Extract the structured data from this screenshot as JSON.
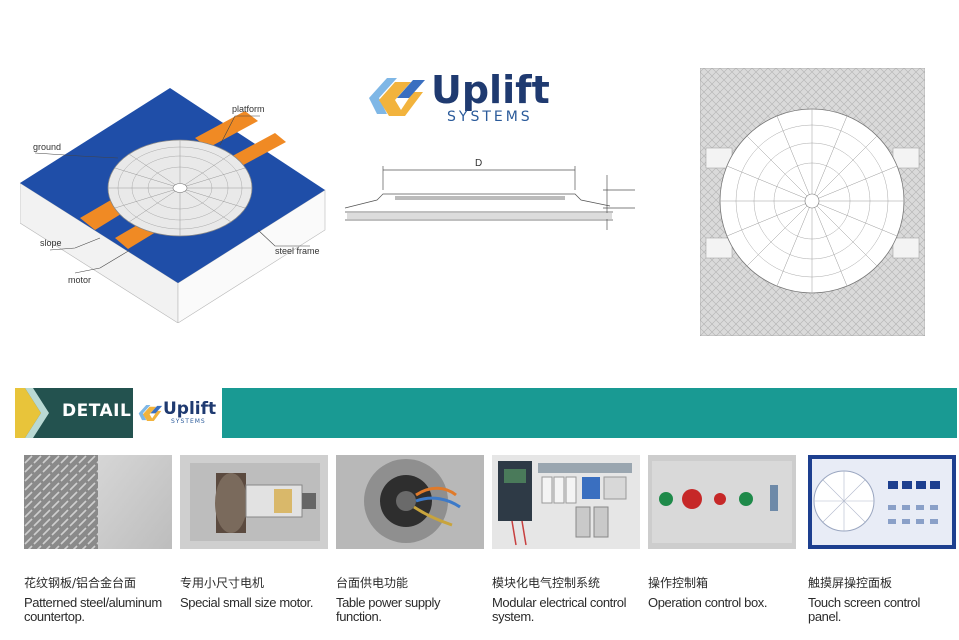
{
  "diagram": {
    "labels": {
      "platform": "platform",
      "ground": "ground",
      "slope": "slope",
      "motor": "motor",
      "steel_frame": "steel frame",
      "diameter": "D"
    },
    "colors": {
      "ground": "#1f4ea8",
      "motor": "#f08a24",
      "platform": "#e8e8e8"
    }
  },
  "logo": {
    "word": "Uplift",
    "sub": "SYSTEMS"
  },
  "banner": {
    "label": "DETAIL",
    "color": "#199a93"
  },
  "details": [
    {
      "zh": "花纹钢板/铝合金台面",
      "en": "Patterned steel/aluminum countertop."
    },
    {
      "zh": "专用小尺寸电机",
      "en": "Special small size motor."
    },
    {
      "zh": "台面供电功能",
      "en": "Table power supply function."
    },
    {
      "zh": "模块化电气控制系统",
      "en": "Modular electrical control system."
    },
    {
      "zh": "操作控制箱",
      "en": "Operation control box."
    },
    {
      "zh": "触摸屏操控面板",
      "en": "Touch screen control panel."
    }
  ]
}
